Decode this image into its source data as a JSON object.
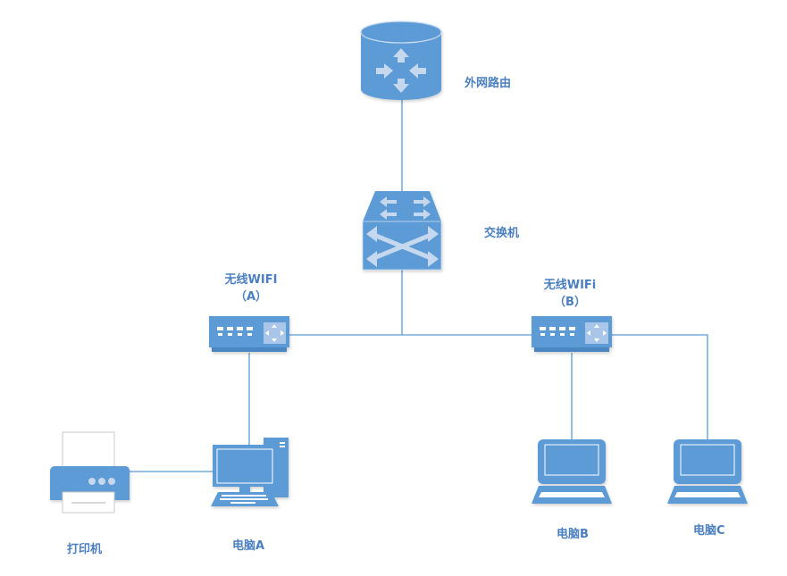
{
  "diagram": {
    "colors": {
      "device": "#5b9bd5",
      "device_dark": "#4a86c2",
      "arrow": "#c5d8ee",
      "line": "#5b9bd5",
      "label": "#4a7fc0"
    },
    "nodes": {
      "router": {
        "label": "外网路由",
        "icon": "router-icon"
      },
      "switch": {
        "label": "交换机",
        "icon": "switch-icon"
      },
      "wifi_a": {
        "label": "无线WIFI",
        "sublabel": "（A）",
        "icon": "wireless-access-point-icon"
      },
      "wifi_b": {
        "label": "无线WIFi",
        "sublabel": "（B）",
        "icon": "wireless-access-point-icon"
      },
      "printer": {
        "label": "打印机",
        "icon": "printer-icon"
      },
      "pc_a": {
        "label": "电脑A",
        "icon": "desktop-computer-icon"
      },
      "pc_b": {
        "label": "电脑B",
        "icon": "laptop-icon"
      },
      "pc_c": {
        "label": "电脑C",
        "icon": "laptop-icon"
      }
    },
    "connections": [
      {
        "from": "router",
        "to": "switch"
      },
      {
        "from": "switch",
        "to": "wifi_a"
      },
      {
        "from": "switch",
        "to": "wifi_b"
      },
      {
        "from": "wifi_a",
        "to": "pc_a"
      },
      {
        "from": "pc_a",
        "to": "printer"
      },
      {
        "from": "wifi_b",
        "to": "pc_b"
      },
      {
        "from": "wifi_b",
        "to": "pc_c"
      }
    ]
  }
}
